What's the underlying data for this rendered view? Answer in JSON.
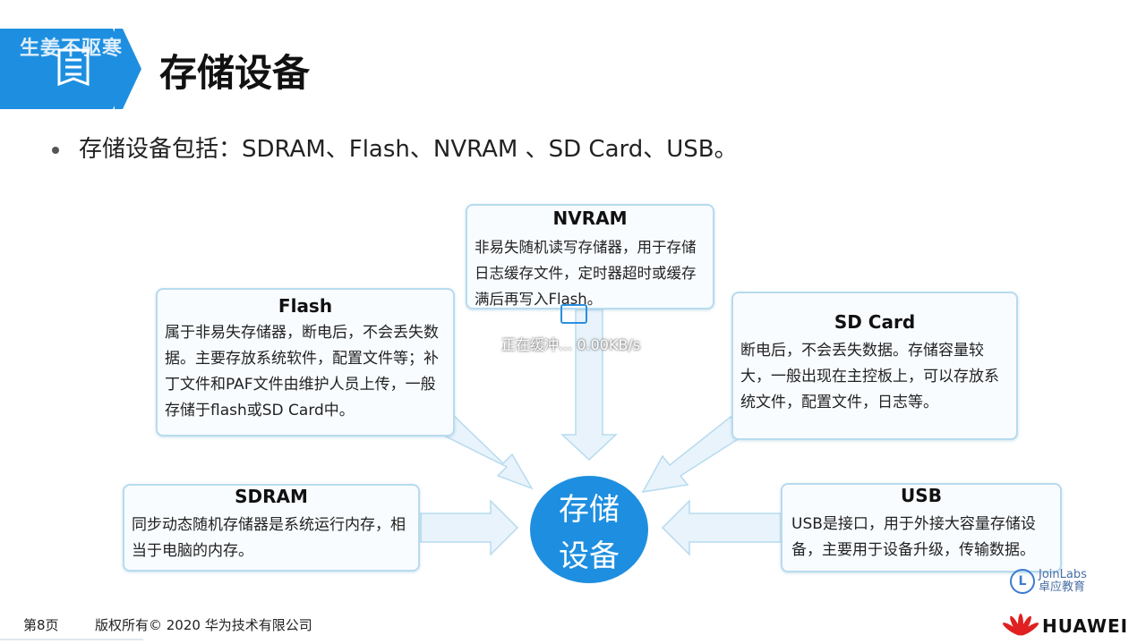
{
  "header": {
    "title": "存储设备",
    "watermark": "生姜不驱寒"
  },
  "bullet": {
    "text": "存储设备包括：SDRAM、Flash、NVRAM 、SD Card、USB。"
  },
  "boxes": {
    "nvram": {
      "title": "NVRAM",
      "body": "非易失随机读写存储器，用于存储日志缓存文件，定时器超时或缓存满后再写入Flash。"
    },
    "flash": {
      "title": "Flash",
      "body": "属于非易失存储器，断电后，不会丢失数据。主要存放系统软件，配置文件等；补丁文件和PAF文件由维护人员上传，一般存储于flash或SD Card中。"
    },
    "sdcard": {
      "title": "SD Card",
      "body": "断电后，不会丢失数据。存储容量较大，一般出现在主控板上，可以存放系统文件，配置文件，日志等。"
    },
    "sdram": {
      "title": "SDRAM",
      "body": "同步动态随机存储器是系统运行内存，相当于电脑的内存。"
    },
    "usb": {
      "title": "USB",
      "body": "USB是接口，用于外接大容量存储设备，主要用于设备升级，传输数据。"
    }
  },
  "center": {
    "line1": "存储",
    "line2": "设备"
  },
  "overlay": {
    "buffering": "正在缓冲... 0.00KB/s"
  },
  "footer": {
    "page": "第8页",
    "copyright": "版权所有© 2020 华为技术有限公司",
    "joinlabs_en": "JoinLabs",
    "joinlabs_cn": "卓应教育",
    "brand": "HUAWEI"
  },
  "colors": {
    "accent": "#1e8fe0",
    "box_border": "#b7dbef",
    "arrow_fill": "#e8f3fb"
  },
  "icons": [
    "document-icon",
    "arrow-icon",
    "huawei-logo-icon",
    "joinlabs-logo-icon"
  ]
}
